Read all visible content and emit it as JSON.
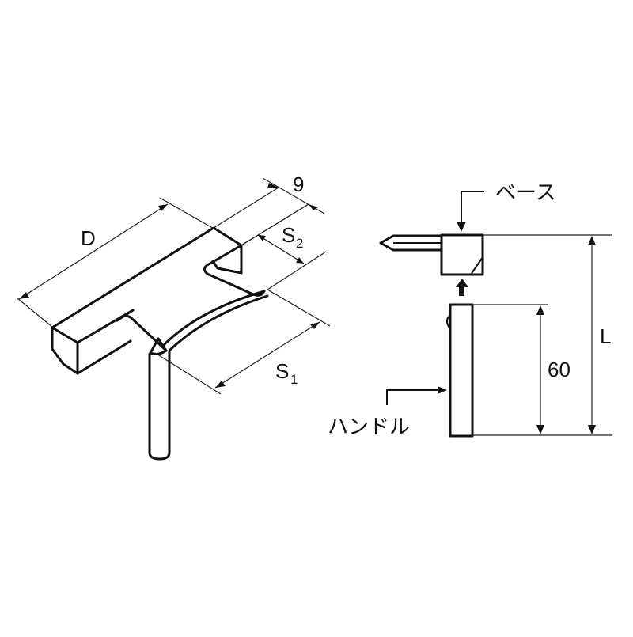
{
  "diagram": {
    "background": "#ffffff",
    "line_color": "#111111",
    "isometric_view": {
      "dimensions": {
        "depth": {
          "symbol": "D"
        },
        "width": {
          "value": "9"
        },
        "slot_s2": {
          "symbol": "S",
          "subscript": "2"
        },
        "slot_s1": {
          "symbol": "S",
          "subscript": "1"
        }
      }
    },
    "side_view": {
      "parts": {
        "base": {
          "label": "ベース"
        },
        "handle": {
          "label": "ハンドル"
        }
      },
      "dimensions": {
        "handle_height": {
          "value": "60"
        },
        "total_length": {
          "symbol": "L"
        }
      }
    }
  }
}
